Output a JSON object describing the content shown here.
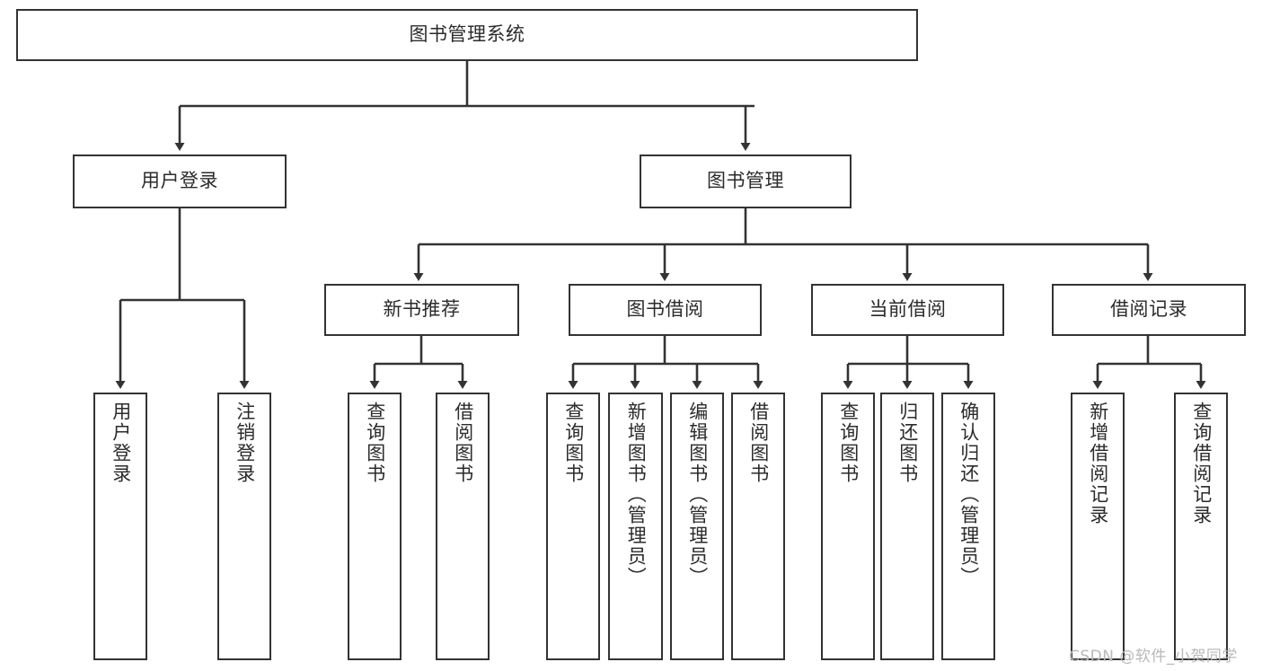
{
  "diagram": {
    "title": "图书管理系统",
    "type": "hierarchy-tree",
    "colors": {
      "box_border": "#333333",
      "box_fill": "#ffffff",
      "text": "#2b2b2b",
      "connector": "#333333",
      "background": "#ffffff",
      "watermark": "#b9b9b9"
    },
    "nodes": {
      "root": {
        "label": "图书管理系统"
      },
      "level1": [
        {
          "label": "用户登录"
        },
        {
          "label": "图书管理"
        }
      ],
      "level2": [
        {
          "label": "新书推荐"
        },
        {
          "label": "图书借阅"
        },
        {
          "label": "当前借阅"
        },
        {
          "label": "借阅记录"
        }
      ],
      "leaves": {
        "user_login": [
          {
            "label": "用户登录"
          },
          {
            "label": "注销登录"
          }
        ],
        "new_books": [
          {
            "label": "查询图书"
          },
          {
            "label": "借阅图书"
          }
        ],
        "book_borrow": [
          {
            "label": "查询图书"
          },
          {
            "label": "新增图书（管理员）"
          },
          {
            "label": "编辑图书（管理员）"
          },
          {
            "label": "借阅图书"
          }
        ],
        "current_borrow": [
          {
            "label": "查询图书"
          },
          {
            "label": "归还图书"
          },
          {
            "label": "确认归还（管理员）"
          }
        ],
        "borrow_records": [
          {
            "label": "新增借阅记录"
          },
          {
            "label": "查询借阅记录"
          }
        ]
      }
    },
    "watermark": "CSDN @软件_小贺同学"
  }
}
